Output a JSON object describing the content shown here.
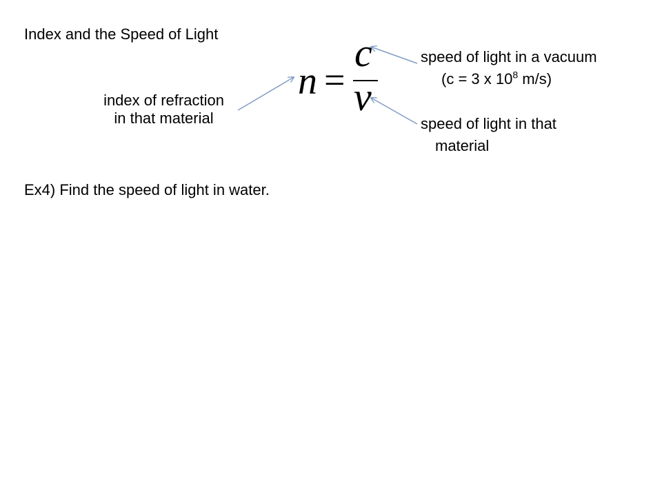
{
  "slide": {
    "title": "Index and the Speed of Light",
    "formula": {
      "lhs": "n",
      "equals": "=",
      "numerator": "c",
      "denominator": "v"
    },
    "labels": {
      "index_line1": "index of refraction",
      "index_line2": "in that material",
      "vacuum_line1": "speed of light in a vacuum",
      "constant_prefix": "(c = 3 x 10",
      "constant_exponent": "8",
      "constant_suffix": " m/s)",
      "material_line1": "speed of light in that",
      "material_line2": "material"
    },
    "example": "Ex4) Find the speed of light in water."
  },
  "colors": {
    "arrow": "#7f9cc4",
    "text": "#000000"
  }
}
